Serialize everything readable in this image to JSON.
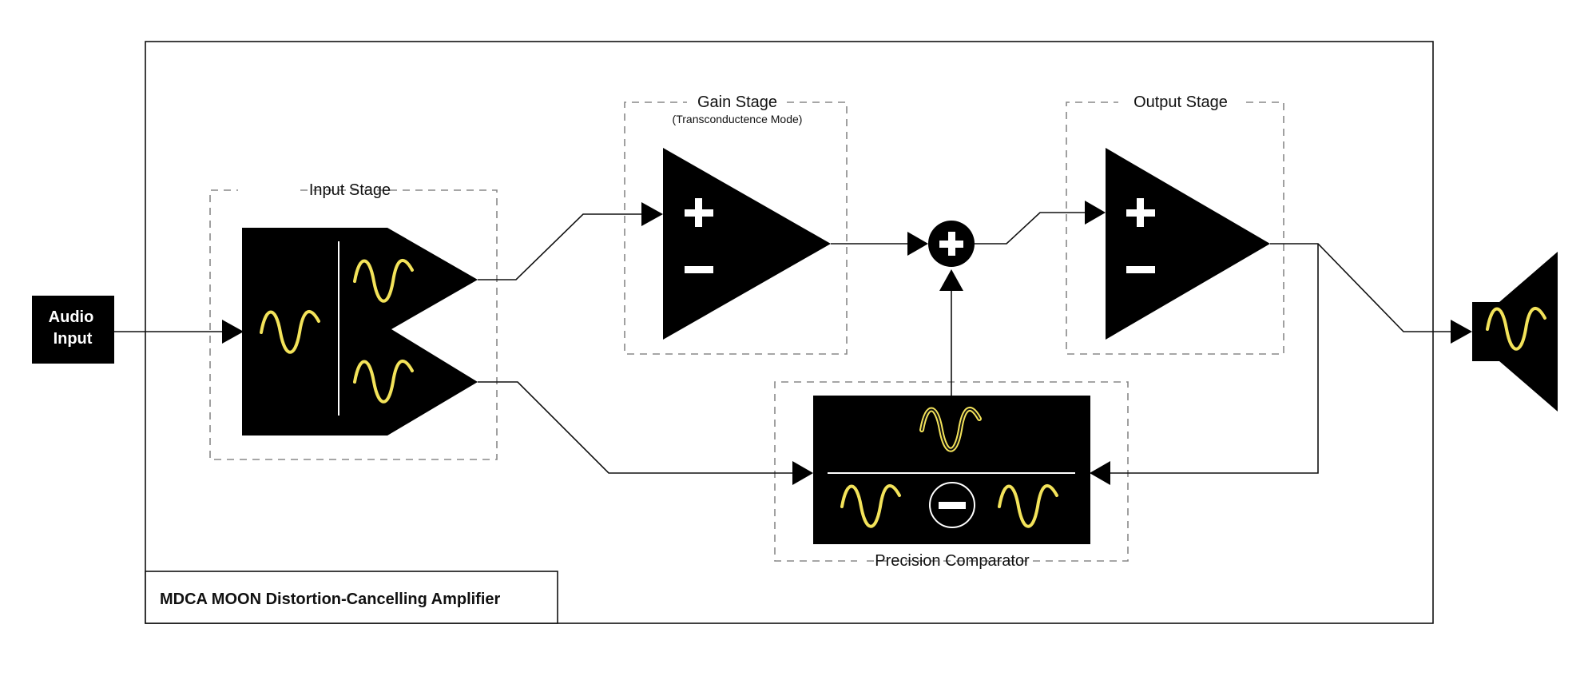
{
  "diagram": {
    "title": "MDCA MOON Distortion-Cancelling Amplifier",
    "audio_input": {
      "line1": "Audio",
      "line2": "Input"
    },
    "input_stage": {
      "label": "Input Stage"
    },
    "gain_stage": {
      "label": "Gain Stage",
      "sublabel": "(Transconductence Mode)"
    },
    "output_stage": {
      "label": "Output Stage"
    },
    "comparator": {
      "label": "Precision Comparator"
    },
    "colors": {
      "block": "#000000",
      "signal": "#f3e35a",
      "wire": "#111111",
      "frame_dash": "#888888"
    },
    "icons": [
      "sine-wave-icon",
      "plus-icon",
      "minus-icon",
      "summing-junction-icon",
      "speaker-icon",
      "arrow-head-icon"
    ]
  }
}
